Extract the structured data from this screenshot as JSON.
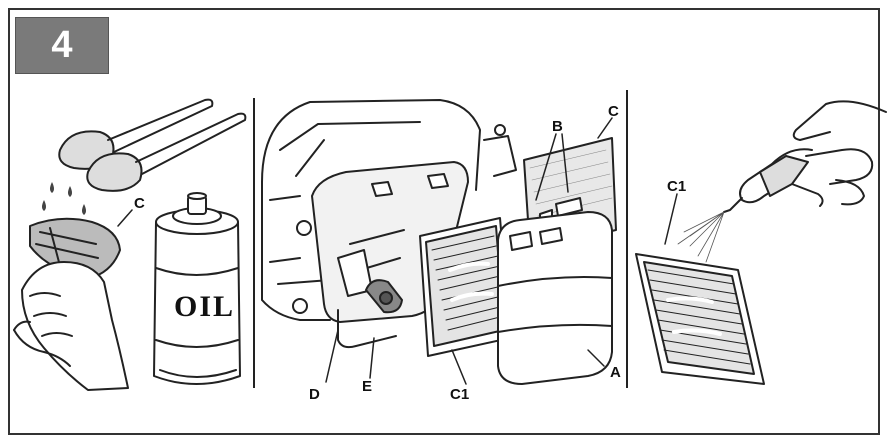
{
  "step": {
    "number": "4"
  },
  "labels": {
    "c_left": "C",
    "b": "B",
    "c_top": "C",
    "c1_right": "C1",
    "d": "D",
    "e": "E",
    "c1_bottom": "C1",
    "a": "A"
  },
  "oil_can": {
    "text": "OIL"
  }
}
